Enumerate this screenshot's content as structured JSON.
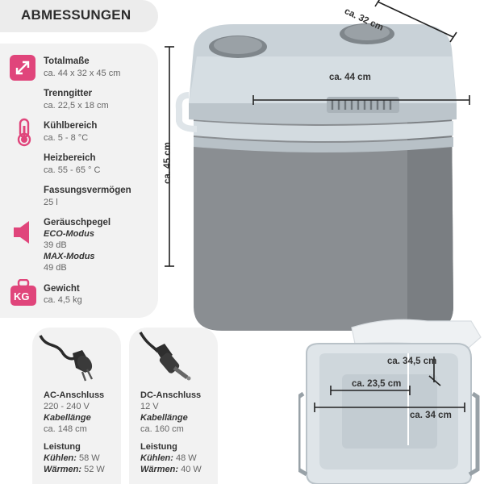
{
  "title": "ABMESSUNGEN",
  "specs": {
    "total": {
      "label": "Totalmaße",
      "value": "ca. 44 x 32 x 45 cm"
    },
    "divider": {
      "label": "Trenngitter",
      "value": "ca. 22,5 x 18 cm"
    },
    "cooling": {
      "label": "Kühlbereich",
      "value": "ca. 5 - 8 °C"
    },
    "heating": {
      "label": "Heizbereich",
      "value": "ca. 55 - 65 ° C"
    },
    "capacity": {
      "label": "Fassungsvermögen",
      "value": "25 l"
    },
    "noise": {
      "label": "Geräuschpegel",
      "eco_label": "ECO-Modus",
      "eco_value": "39 dB",
      "max_label": "MAX-Modus",
      "max_value": "49 dB"
    },
    "weight": {
      "label": "Gewicht",
      "value": "ca. 4,5 kg",
      "icon_text": "KG"
    }
  },
  "ac": {
    "title": "AC-Anschluss",
    "voltage": "220 - 240 V",
    "cable_label": "Kabellänge",
    "cable_value": "ca. 148 cm",
    "power_label": "Leistung",
    "cool_label": "Kühlen:",
    "cool_value": "58 W",
    "warm_label": "Wärmen:",
    "warm_value": "52 W"
  },
  "dc": {
    "title": "DC-Anschluss",
    "voltage": "12 V",
    "cable_label": "Kabellänge",
    "cable_value": "ca. 160 cm",
    "power_label": "Leistung",
    "cool_label": "Kühlen:",
    "cool_value": "48 W",
    "warm_label": "Wärmen:",
    "warm_value": "40 W"
  },
  "dimensions": {
    "depth": "ca. 32 cm",
    "width": "ca. 44 cm",
    "height": "ca. 45 cm",
    "inner_depth": "ca. 34,5 cm",
    "inner_divider": "ca. 23,5 cm",
    "inner_width": "ca. 34 cm"
  },
  "icons": {
    "total": "diagonal-arrows-icon",
    "cooling": "thermometer-icon",
    "noise": "speaker-icon",
    "weight": "weight-kg-icon",
    "ac": "ac-plug-icon",
    "dc": "car-plug-icon"
  },
  "colors": {
    "accent": "#e0457b",
    "body": "#8a8e92",
    "lid": "#c9d2d8",
    "panel": "#f2f2f2"
  }
}
